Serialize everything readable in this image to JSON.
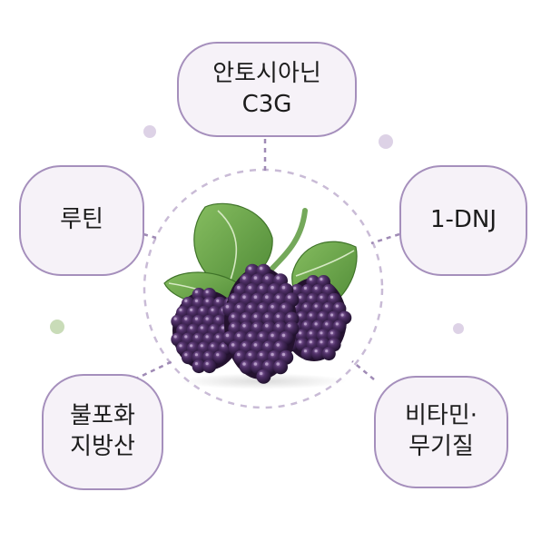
{
  "diagram": {
    "center": {
      "illustration": "mulberry-fruit-with-leaves"
    },
    "nodes": [
      {
        "id": "top",
        "lines": [
          "안토시아닌",
          "C3G"
        ]
      },
      {
        "id": "left",
        "lines": [
          "루틴"
        ]
      },
      {
        "id": "right",
        "lines": [
          "1-DNJ"
        ]
      },
      {
        "id": "bottom-left",
        "lines": [
          "불포화",
          "지방산"
        ]
      },
      {
        "id": "bottom-right",
        "lines": [
          "비타민·",
          "무기질"
        ]
      }
    ],
    "colors": {
      "node_border": "#a58fbc",
      "node_fill": "#f6f2f8",
      "connector": "#9f8ab5",
      "berry": "#3b2350",
      "leaf": "#6fa74f",
      "dot_lavender": "#ddd2e6",
      "dot_green": "#c9dcb8"
    }
  }
}
